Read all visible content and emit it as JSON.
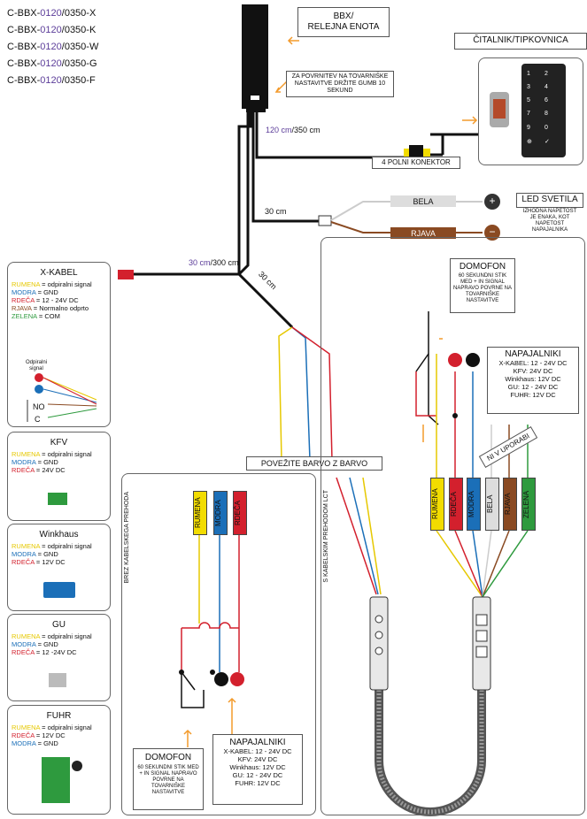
{
  "skus": [
    {
      "prefix": "C-BBX-",
      "code": "0120",
      "suffix": "/0350-X"
    },
    {
      "prefix": "C-BBX-",
      "code": "0120",
      "suffix": "/0350-K"
    },
    {
      "prefix": "C-BBX-",
      "code": "0120",
      "suffix": "/0350-W"
    },
    {
      "prefix": "C-BBX-",
      "code": "0120",
      "suffix": "/0350-G"
    },
    {
      "prefix": "C-BBX-",
      "code": "0120",
      "suffix": "/0350-F"
    }
  ],
  "bbx": {
    "title_line1": "BBX/",
    "title_line2": "RELEJNA ENOTA",
    "reset_note": "ZA POVRNITEV NA TOVARNIŠKE NASTAVITVE DRŽITE GUMB 10 SEKUND"
  },
  "reader": {
    "title": "ČITALNIK/TIPKOVNICA",
    "keys": [
      "1",
      "2",
      "3",
      "4",
      "5",
      "6",
      "7",
      "8",
      "9",
      "0",
      "⊕",
      "✓"
    ]
  },
  "cables": {
    "reader_len_a": "120 cm",
    "reader_len_b": "/350 cm",
    "connector": "4 POLNI KONEKTOR",
    "led_len": "30 cm",
    "xcable_len_a": "30 cm",
    "xcable_len_b": "/300 cm",
    "branch_len": "30 cm"
  },
  "led": {
    "title": "LED SVETILA",
    "note": "IZHODNA NAPETOST JE ENAKA, KOT NAPETOST NAPAJALNIKA",
    "wire_white": "BELA",
    "wire_brown": "RJAVA"
  },
  "color_match": "POVEŽITE BARVO Z BARVO",
  "xkabel": {
    "title": "X-KABEL",
    "lines": [
      {
        "color": "RUMENA",
        "desc": " = odpiralni signal",
        "cls": "y"
      },
      {
        "color": "MODRA",
        "desc": " = GND",
        "cls": "b"
      },
      {
        "color": "RDEČA",
        "desc": " = 12 - 24V DC",
        "cls": "r"
      },
      {
        "color": "RJAVA",
        "desc": " = Normalno odprto",
        "cls": "br"
      },
      {
        "color": "ZELENA",
        "desc": " = COM",
        "cls": "g"
      }
    ],
    "signal_label": "Odpiralni signal",
    "no_label": "NO",
    "c_label": "C"
  },
  "kfv": {
    "title": "KFV",
    "lines": [
      {
        "color": "RUMENA",
        "desc": " = odpiralni signal",
        "cls": "y"
      },
      {
        "color": "MODRA",
        "desc": " = GND",
        "cls": "b"
      },
      {
        "color": "RDEČA",
        "desc": " = 24V DC",
        "cls": "r"
      }
    ]
  },
  "winkhaus": {
    "title": "Winkhaus",
    "lines": [
      {
        "color": "RUMENA",
        "desc": " = odpiralni signal",
        "cls": "y"
      },
      {
        "color": "MODRA",
        "desc": " = GND",
        "cls": "b"
      },
      {
        "color": "RDEČA",
        "desc": " = 12V DC",
        "cls": "r"
      }
    ]
  },
  "gu": {
    "title": "GU",
    "lines": [
      {
        "color": "RUMENA",
        "desc": " = odpiralni signal",
        "cls": "y"
      },
      {
        "color": "MODRA",
        "desc": " = GND",
        "cls": "b"
      },
      {
        "color": "RDEČA",
        "desc": " = 12 -24V DC",
        "cls": "r"
      }
    ]
  },
  "fuhr": {
    "title": "FUHR",
    "lines": [
      {
        "color": "RUMENA",
        "desc": " = odpiralni signal",
        "cls": "y"
      },
      {
        "color": "RDEČA",
        "desc": " = 12V DC",
        "cls": "r"
      },
      {
        "color": "MODRA",
        "desc": " = GND",
        "cls": "b"
      }
    ]
  },
  "left_panel": {
    "side_label": "BREZ KABELSKEGA PREHODA",
    "wires": [
      "RUMENA",
      "MODRA",
      "RDEČA"
    ],
    "domofon_title": "DOMOFON",
    "domofon_note": "60 SEKUNDNI STIK MED + IN SIGNAL NAPRAVO POVRNE NA TOVARNIŠKE NASTAVITVE",
    "psu_title": "NAPAJALNIKI",
    "psu_lines": [
      "X-KABEL: 12 - 24V DC",
      "KFV: 24V DC",
      "Winkhaus: 12V DC",
      "GU: 12 - 24V DC",
      "FUHR: 12V DC"
    ]
  },
  "right_panel": {
    "side_label": "S KABELSKIM PREHODOM LCT",
    "wires": [
      "RUMENA",
      "RDEČA",
      "MODRA",
      "BELA",
      "RJAVA",
      "ZELENA"
    ],
    "not_used": "NI V UPORABI",
    "domofon_title": "DOMOFON",
    "domofon_note": "60 SEKUNDNI STIK MED + IN SIGNAL NAPRAVO POVRNE NA TOVARNIŠKE NASTAVITVE",
    "psu_title": "NAPAJALNIKI",
    "psu_lines": [
      "X-KABEL: 12 - 24V DC",
      "KFV: 24V DC",
      "Winkhaus: 12V DC",
      "GU: 12 - 24V DC",
      "FUHR: 12V DC"
    ]
  },
  "colors": {
    "yellow": "#f2dc00",
    "blue": "#1b6fb8",
    "red": "#d3202d",
    "brown": "#8a4a22",
    "green": "#2e9a3e",
    "white": "#cccccc",
    "orange": "#f39a2b",
    "purple": "#5b3c99"
  }
}
